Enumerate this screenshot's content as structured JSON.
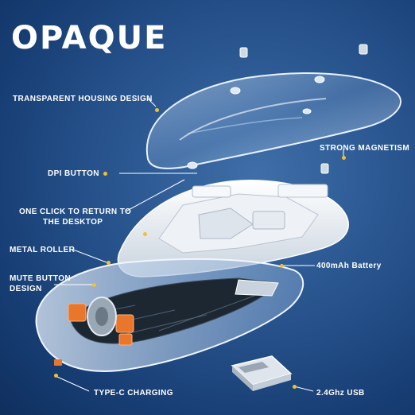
{
  "brand": {
    "title": "OPAQUE"
  },
  "callouts": {
    "transparent_housing": "TRANSPARENT HOUSING DESIGN",
    "strong_magnetism": "STRONG MAGNETISM",
    "dpi_button": "DPI BUTTON",
    "one_click_line1": "ONE CLICK TO RETURN TO",
    "one_click_line2": "THE DESKTOP",
    "metal_roller": "METAL ROLLER",
    "battery": "400mAh Battery",
    "mute_line1": "MUTE BUTTON",
    "mute_line2": "DESIGN",
    "type_c": "TYPE-C CHARGING",
    "usb": "2.4Ghz USB"
  },
  "colors": {
    "background": "#1f4a85",
    "accent_dot": "#f2c12e",
    "callout_line": "#ffffff",
    "orange_part": "#e8772b"
  }
}
